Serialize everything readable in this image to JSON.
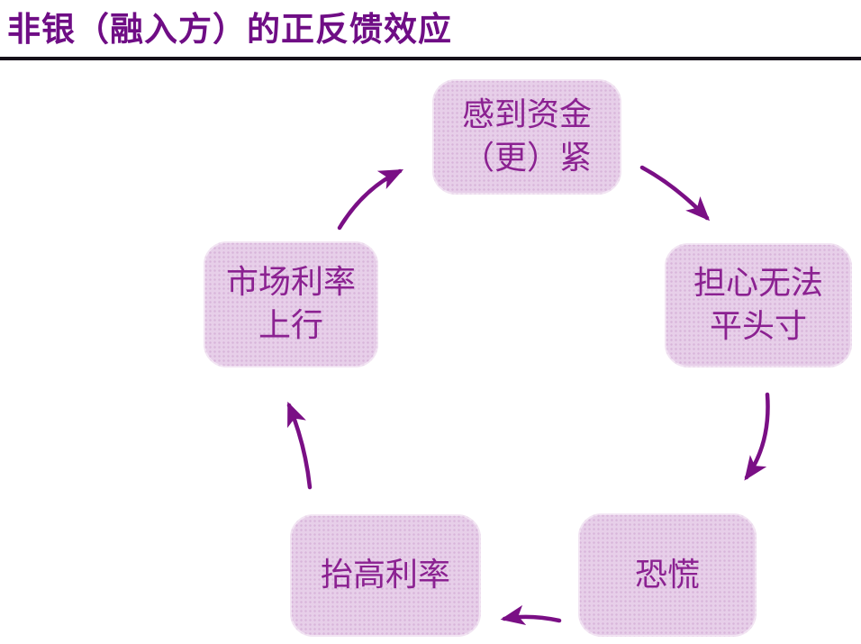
{
  "page": {
    "title": "非银（融入方）的正反馈效应"
  },
  "colors": {
    "title_text": "#6f0d85",
    "title_rule": "#151019",
    "node_fill": "#e7cfe9",
    "node_dot_texture": "#d8b5da",
    "node_text": "#8b2191",
    "arrow": "#7a0f85",
    "background": "#ffffff"
  },
  "diagram": {
    "kind": "cycle",
    "direction": "clockwise",
    "nodes": [
      {
        "id": "funds-tight",
        "position": "top",
        "lines": [
          "感到资金",
          "（更）紧"
        ]
      },
      {
        "id": "worry-cannot-square",
        "position": "right",
        "lines": [
          "担心无法",
          "平头寸"
        ]
      },
      {
        "id": "panic",
        "position": "bottom-right",
        "lines": [
          "恐慌"
        ]
      },
      {
        "id": "raise-rates",
        "position": "bottom-left",
        "lines": [
          "抬高利率"
        ]
      },
      {
        "id": "market-rates-up",
        "position": "left",
        "lines": [
          "市场利率",
          "上行"
        ]
      }
    ],
    "edges": [
      {
        "from": "market-rates-up",
        "to": "funds-tight"
      },
      {
        "from": "funds-tight",
        "to": "worry-cannot-square"
      },
      {
        "from": "worry-cannot-square",
        "to": "panic"
      },
      {
        "from": "panic",
        "to": "raise-rates"
      },
      {
        "from": "raise-rates",
        "to": "market-rates-up"
      }
    ]
  }
}
